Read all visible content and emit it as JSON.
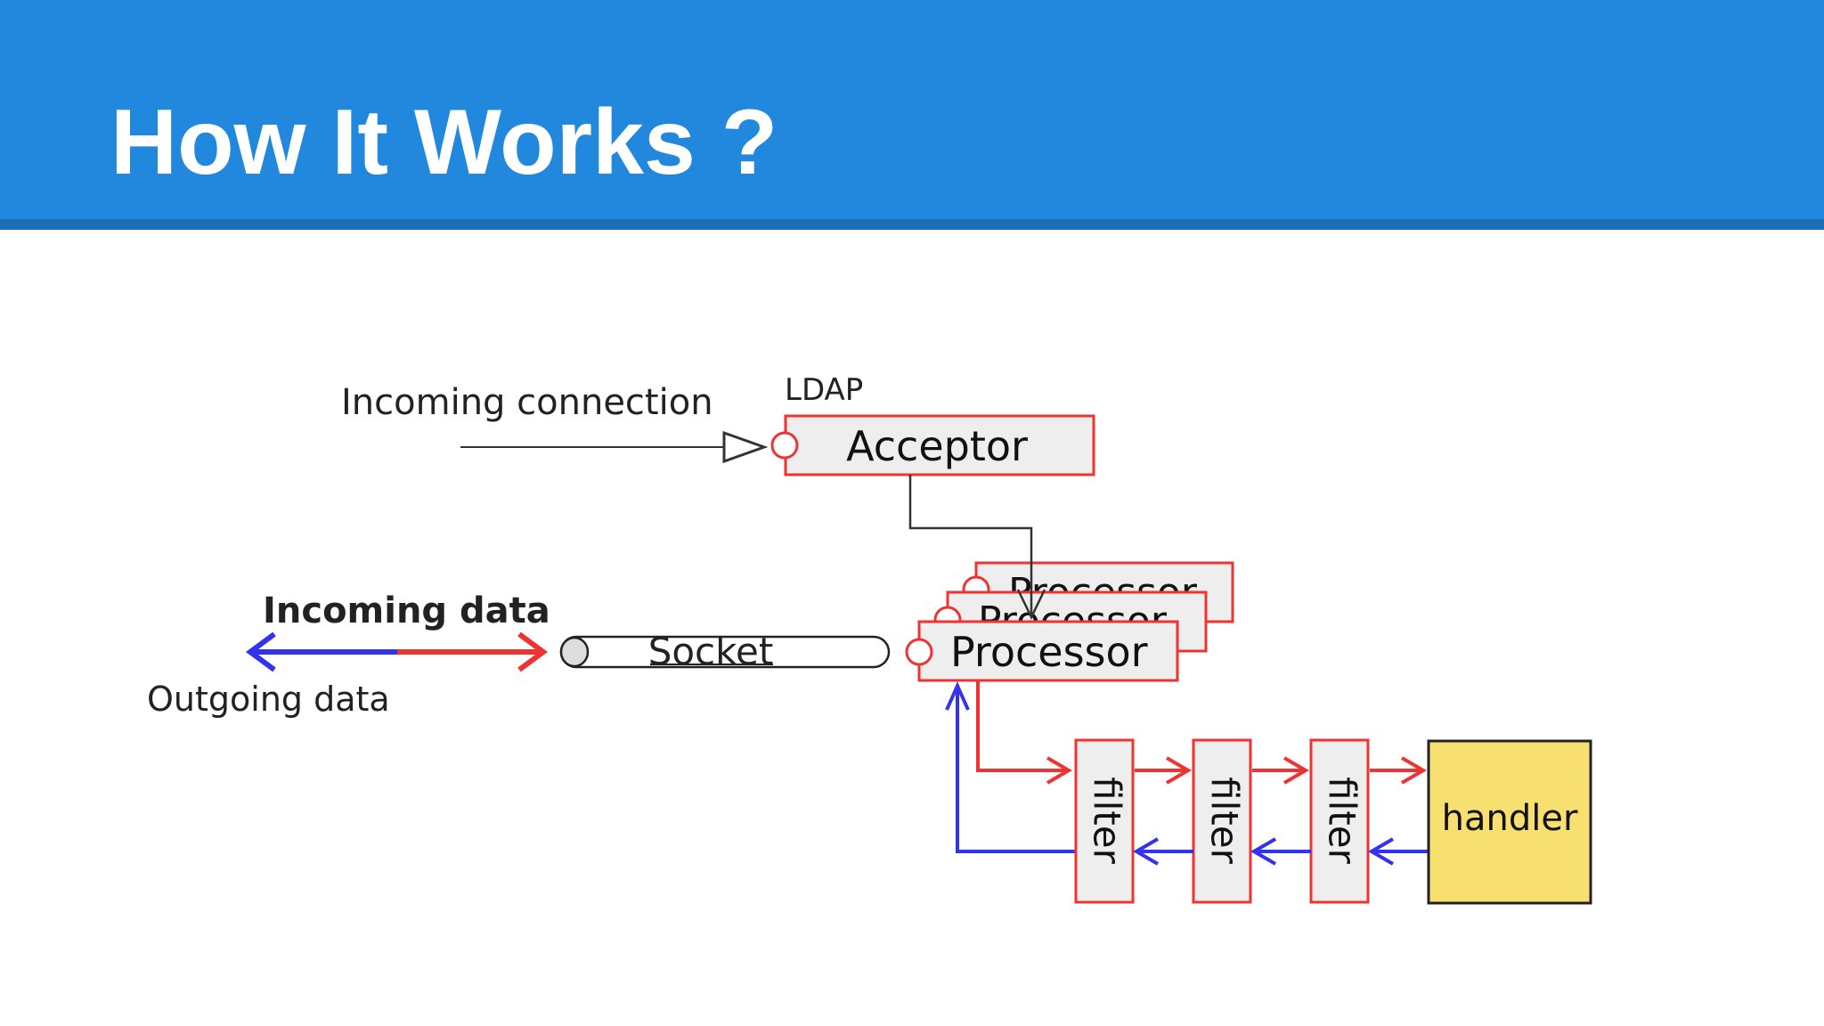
{
  "slide": {
    "title": "How It Works ?"
  },
  "diagram": {
    "labels": {
      "incoming_connection": "Incoming connection",
      "ldap": "LDAP",
      "acceptor": "Acceptor",
      "incoming_data": "Incoming data",
      "outgoing_data": "Outgoing data",
      "socket": "Socket",
      "processor": "Processor",
      "filter": "filter",
      "handler": "handler"
    },
    "colors": {
      "header": "#2288dd",
      "box_stroke": "#ee3333",
      "box_fill": "#eeeeee",
      "handler_fill": "#f8e070",
      "incoming_arrow": "#ee3333",
      "outgoing_arrow": "#3333ee"
    }
  }
}
